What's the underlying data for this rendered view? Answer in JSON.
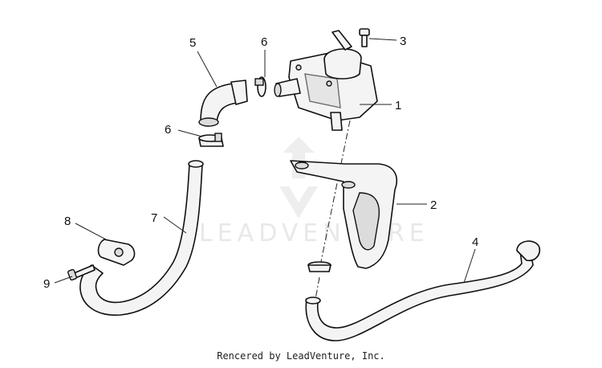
{
  "callouts": {
    "c1": "1",
    "c2": "2",
    "c3": "3",
    "c4": "4",
    "c5": "5",
    "c6a": "6",
    "c6b": "6",
    "c7": "7",
    "c8": "8",
    "c9": "9"
  },
  "watermark": "LEADVENTURE",
  "credit": "Rencered by LeadVenture, Inc."
}
